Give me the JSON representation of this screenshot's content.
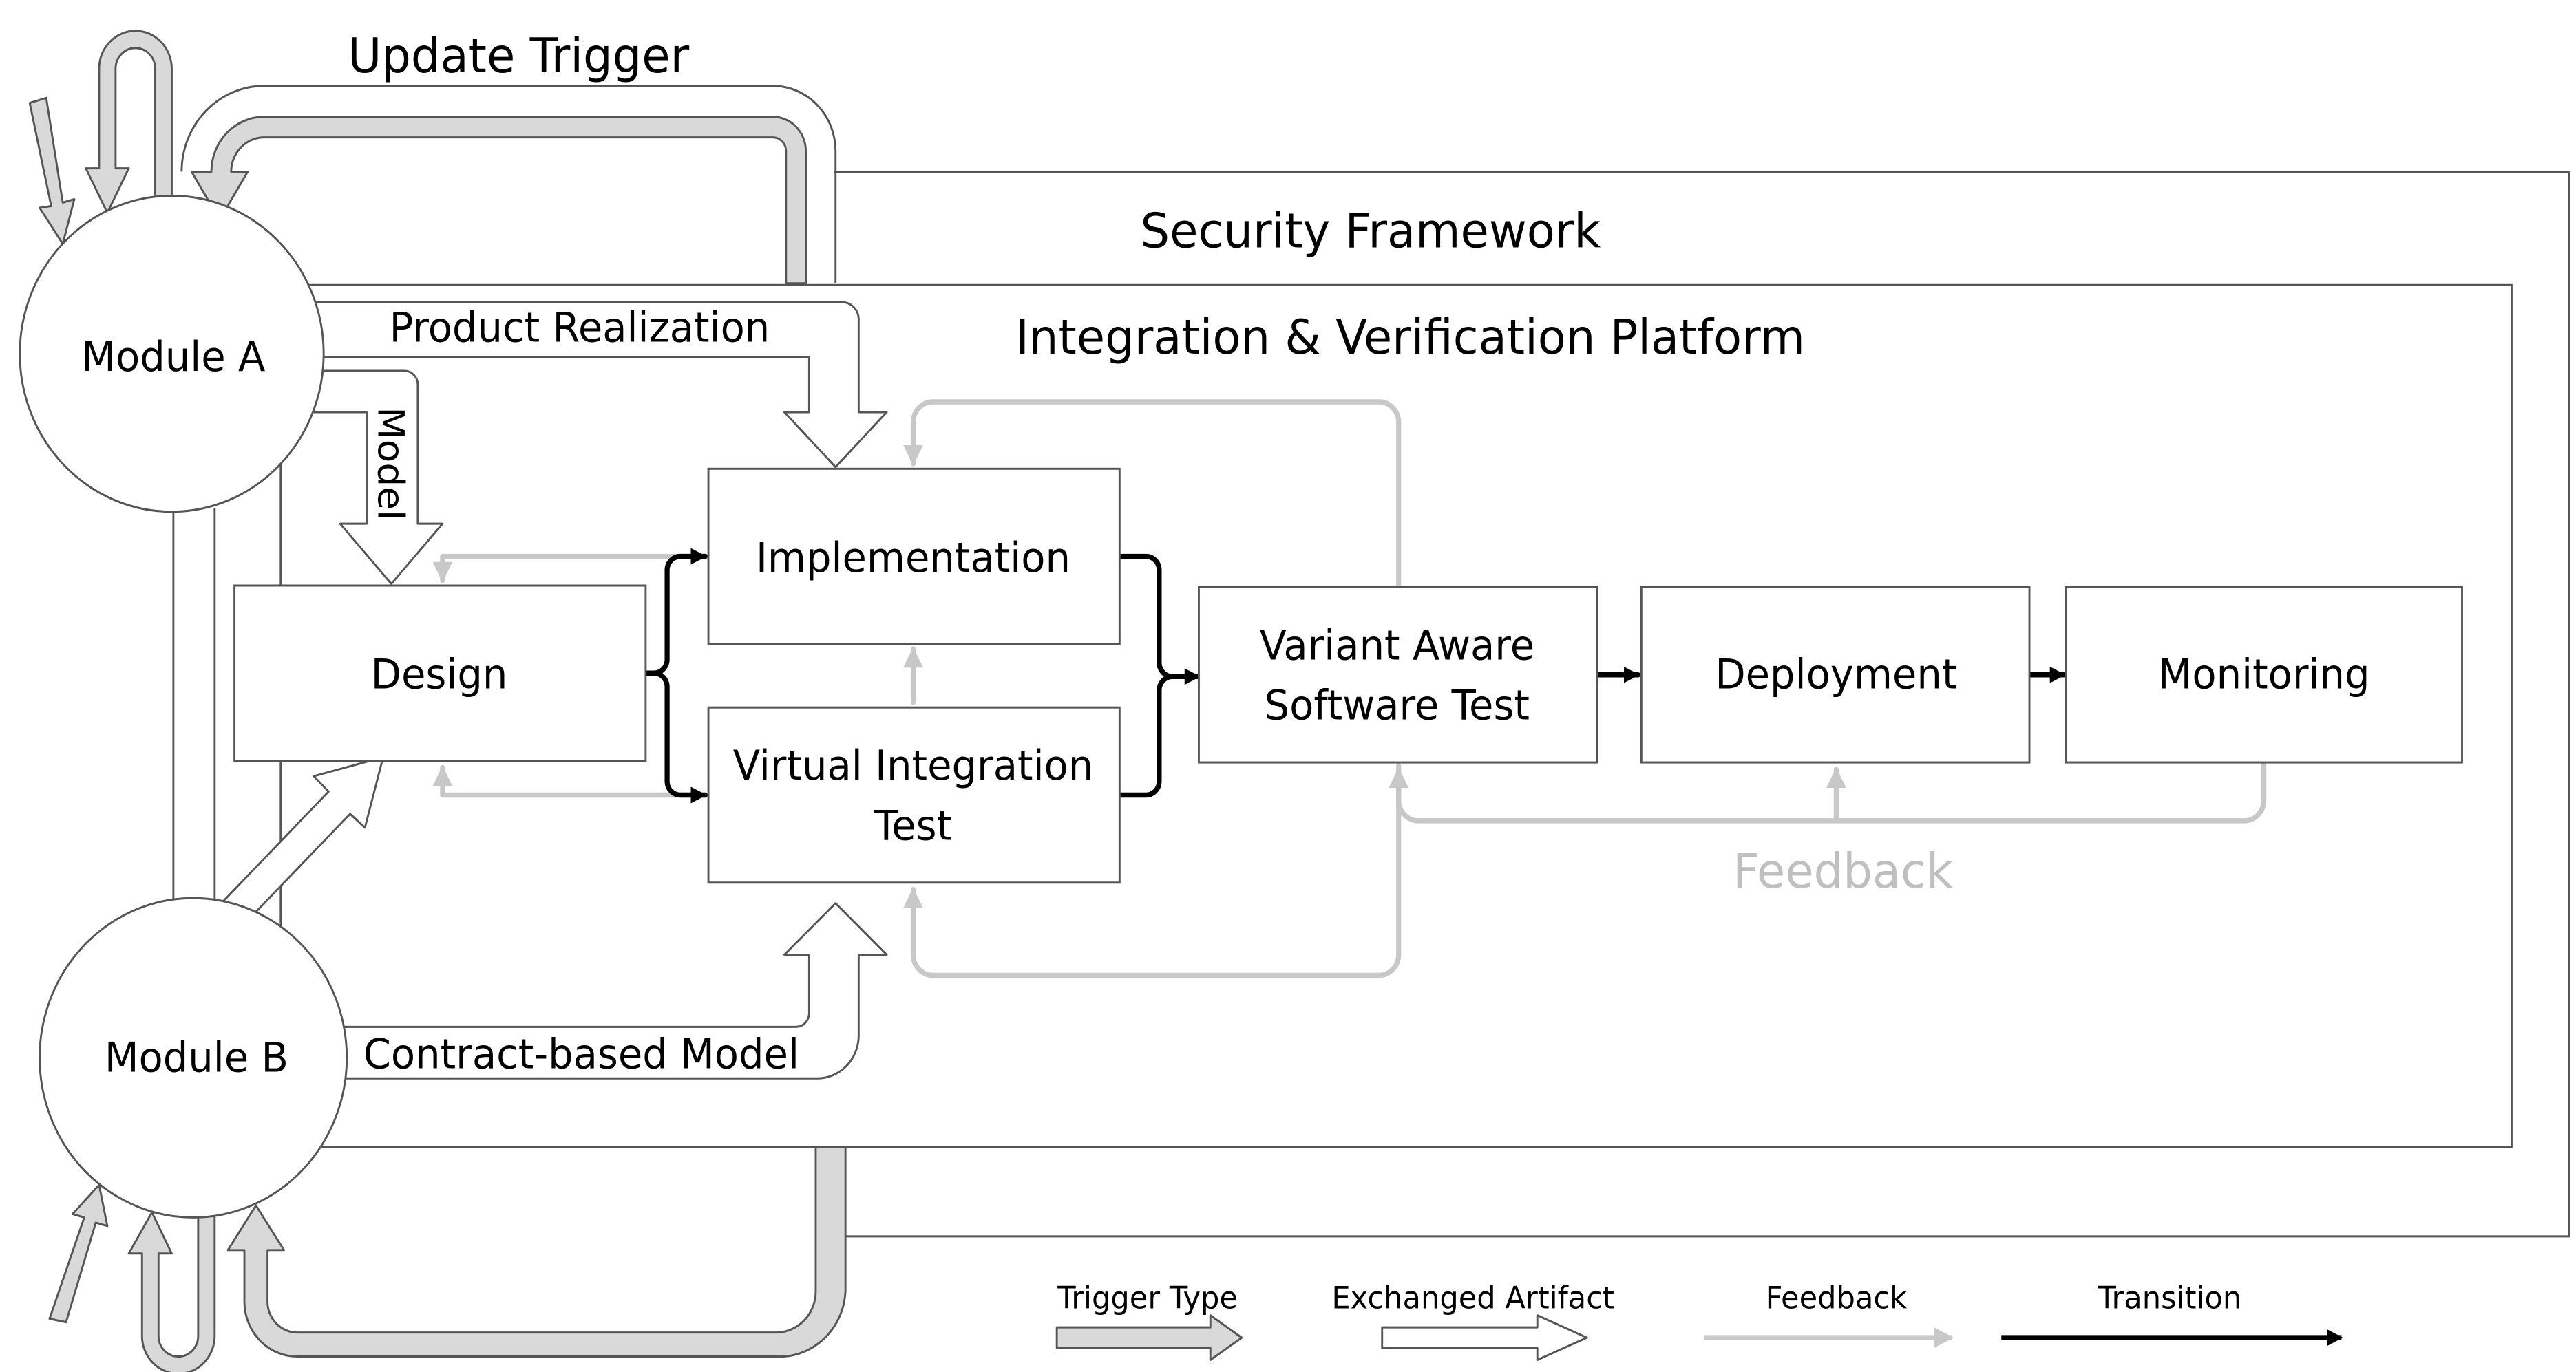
{
  "title": "Update Trigger",
  "frames": {
    "security": "Security Framework",
    "platform": "Integration & Verification Platform"
  },
  "modules": {
    "a": "Module A",
    "b": "Module B"
  },
  "nodes": {
    "design": "Design",
    "implementation": "Implementation",
    "vit_line1": "Virtual Integration",
    "vit_line2": "Test",
    "vast_line1": "Variant Aware",
    "vast_line2": "Software Test",
    "deployment": "Deployment",
    "monitoring": "Monitoring"
  },
  "edge_labels": {
    "product_realization": "Product Realization",
    "model": "Model",
    "contract_model": "Contract-based Model",
    "feedback": "Feedback"
  },
  "legend": {
    "trigger": "Trigger Type",
    "artifact": "Exchanged Artifact",
    "feedback": "Feedback",
    "transition": "Transition"
  },
  "colors": {
    "line": "#555555",
    "feedback": "#c8c8c8",
    "trigger_fill": "#d9d9d9",
    "transition": "#000000",
    "feedback_text": "#bfbfbf"
  }
}
